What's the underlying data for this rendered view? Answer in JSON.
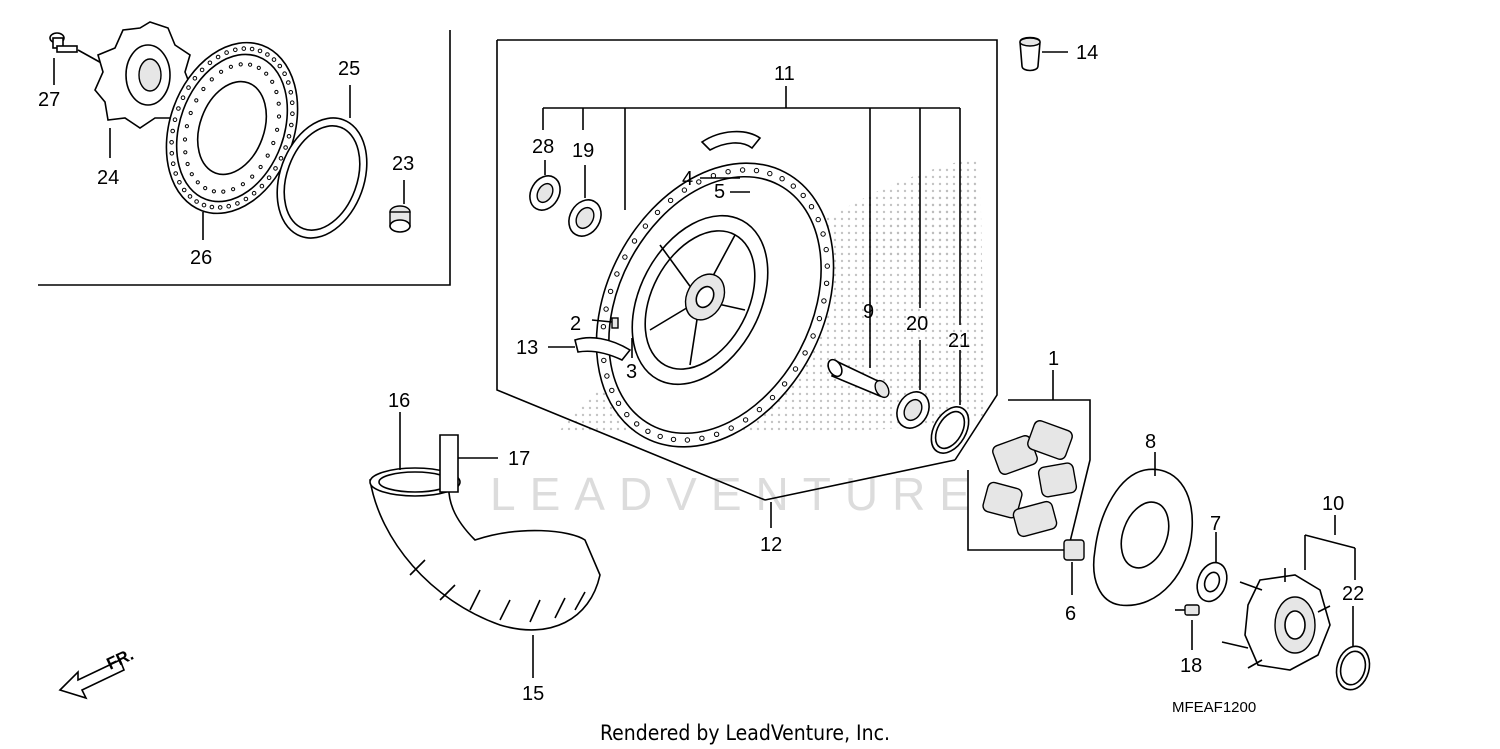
{
  "diagram": {
    "callouts": [
      {
        "id": "1",
        "label": "1"
      },
      {
        "id": "2",
        "label": "2"
      },
      {
        "id": "3",
        "label": "3"
      },
      {
        "id": "4",
        "label": "4"
      },
      {
        "id": "5",
        "label": "5"
      },
      {
        "id": "6",
        "label": "6"
      },
      {
        "id": "7",
        "label": "7"
      },
      {
        "id": "8",
        "label": "8"
      },
      {
        "id": "9",
        "label": "9"
      },
      {
        "id": "10",
        "label": "10"
      },
      {
        "id": "11",
        "label": "11"
      },
      {
        "id": "12",
        "label": "12"
      },
      {
        "id": "13",
        "label": "13"
      },
      {
        "id": "14",
        "label": "14"
      },
      {
        "id": "15",
        "label": "15"
      },
      {
        "id": "16",
        "label": "16"
      },
      {
        "id": "17",
        "label": "17"
      },
      {
        "id": "18",
        "label": "18"
      },
      {
        "id": "19",
        "label": "19"
      },
      {
        "id": "20",
        "label": "20"
      },
      {
        "id": "21",
        "label": "21"
      },
      {
        "id": "22",
        "label": "22"
      },
      {
        "id": "23",
        "label": "23"
      },
      {
        "id": "24",
        "label": "24"
      },
      {
        "id": "25",
        "label": "25"
      },
      {
        "id": "26",
        "label": "26"
      },
      {
        "id": "27",
        "label": "27"
      },
      {
        "id": "28",
        "label": "28"
      }
    ],
    "direction_label": "FR.",
    "diagram_code": "MFEAF1200",
    "watermark": "LEADVENTURE",
    "footer": "Rendered by LeadVenture, Inc."
  }
}
